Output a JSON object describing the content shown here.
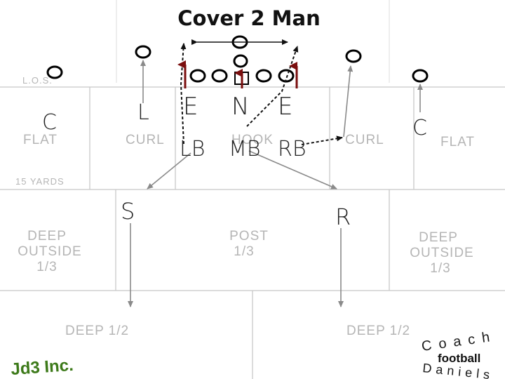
{
  "title": "Cover 2 Man",
  "zones": {
    "los": "L.O.S.",
    "flat_left": "FLAT",
    "curl_left": "CURL",
    "hook": "HOOK",
    "curl_right": "CURL",
    "flat_right": "FLAT",
    "fifteen_yards": "15 YARDS",
    "deep_outside_left": [
      "DEEP",
      "OUTSIDE",
      "1/3"
    ],
    "post": [
      "POST",
      "1/3"
    ],
    "deep_outside_right": [
      "DEEP",
      "OUTSIDE",
      "1/3"
    ],
    "deep_half_left": "DEEP 1/2",
    "deep_half_right": "DEEP 1/2"
  },
  "defenders": {
    "corner_left": "C",
    "linebacker_l": "L",
    "end_left": "E",
    "nose": "N",
    "end_right": "E",
    "lb": "LB",
    "mb": "MB",
    "rb": "RB",
    "corner_right": "C",
    "safety": "S",
    "rover": "R"
  },
  "logos": {
    "left": "Jd3 Inc.",
    "right_top": "Coach",
    "right_middle": "football",
    "right_bottom": "Daniels"
  },
  "colors": {
    "rush_arrow": "#7a0e0e",
    "zone_text": "#b5b5b5",
    "field_lines": "#c8c8c8"
  }
}
